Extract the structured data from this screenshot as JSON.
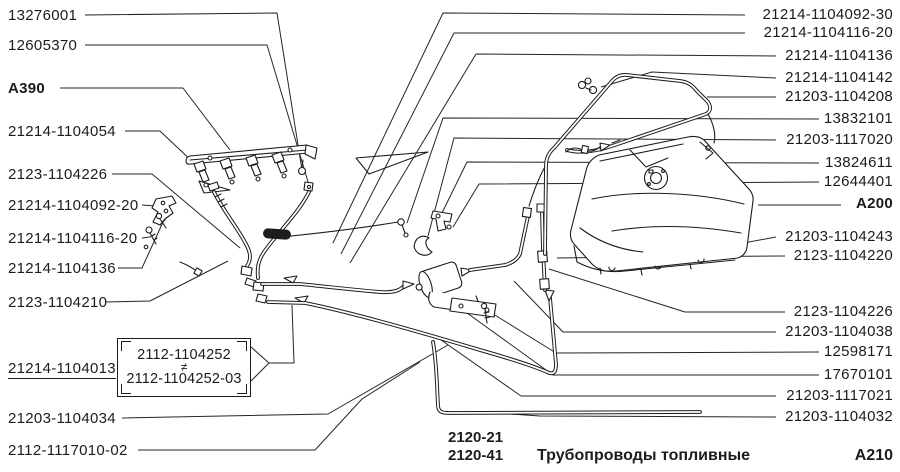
{
  "page": {
    "background": "#ffffff",
    "ink": "#1c1c1c"
  },
  "labels": {
    "left": [
      "13276001",
      "12605370",
      "A390",
      "21214-1104054",
      "2123-1104226",
      "21214-1104092-20",
      "21214-1104116-20",
      "21214-1104136",
      "2123-1104210",
      "21214-1104013",
      "21203-1104034",
      "2112-1117010-02"
    ],
    "right": [
      "21214-1104092-30",
      "21214-1104116-20",
      "21214-1104136",
      "21214-1104142",
      "21203-1104208",
      "13832101",
      "21203-1117020",
      "13824611",
      "12644401",
      "A200",
      "21203-1104243",
      "2123-1104220",
      "2123-1104226",
      "21203-1104038",
      "12598171",
      "17670101",
      "21203-1117021",
      "21203-1104032"
    ]
  },
  "variant_box": {
    "top": "2112-1104252",
    "relation": "≠",
    "bottom": "2112-1104252-03"
  },
  "footer": {
    "model_code_1": "2120-21",
    "model_code_2": "2120-41",
    "title": "Трубопроводы топливные",
    "section": "A210"
  },
  "drawing": {
    "parts": [
      "fuel-rail-with-injectors",
      "mounting-brackets",
      "fuel-supply-hose",
      "fuel-return-hose",
      "quick-connectors",
      "fuel-damper",
      "fuel-filter",
      "filter-bracket",
      "clamps-and-bolts",
      "fuel-tank",
      "fuel-pump-hatch",
      "breather-tube-loop",
      "tube-clamp",
      "fuel-pipes"
    ]
  }
}
